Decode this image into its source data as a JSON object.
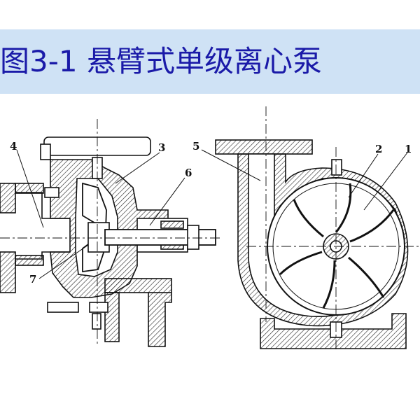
{
  "title": "图3-1  悬臂式单级离心泵",
  "labels": {
    "l1": "1",
    "l2": "2",
    "l3": "3",
    "l4": "4",
    "l5": "5",
    "l6": "6",
    "l7": "7"
  }
}
